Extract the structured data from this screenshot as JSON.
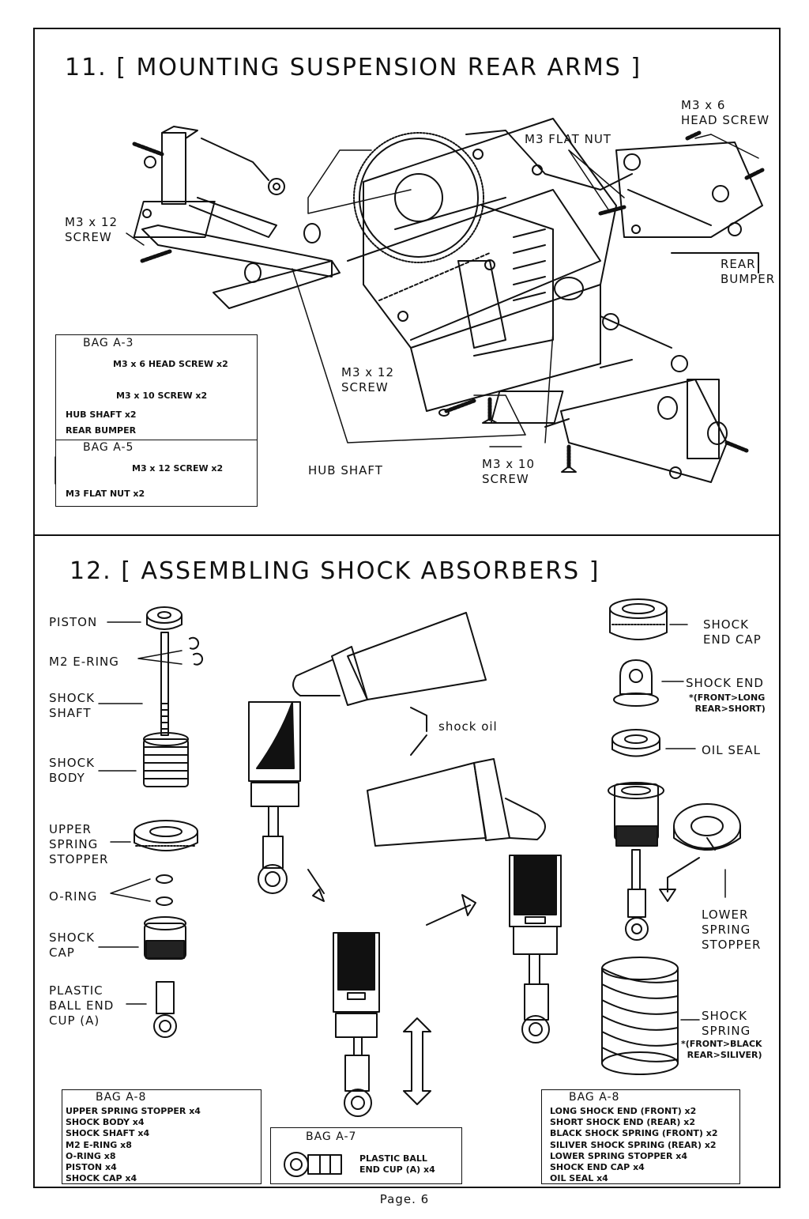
{
  "section11": {
    "title": "11. [ MOUNTING SUSPENSION REAR ARMS ]",
    "labels": {
      "m3x6_head_screw": "M3 x 6\nHEAD SCREW",
      "m3_flat_nut": "M3 FLAT NUT",
      "m3x12_screw_left": "M3 x 12\nSCREW",
      "rear_bumper": "REAR\nBUMPER",
      "m3x12_screw_center": "M3 x 12\nSCREW",
      "hub_shaft": "HUB SHAFT",
      "m3x10_screw": "M3 x 10\nSCREW"
    },
    "bag_a3": {
      "title": "BAG A-3",
      "items": [
        "M3 x 6 HEAD SCREW x2",
        "M3 x 10 SCREW x2",
        "HUB SHAFT x2",
        "REAR BUMPER"
      ]
    },
    "bag_a5": {
      "title": "BAG A-5",
      "items": [
        "M3 x 12 SCREW x2",
        "M3 FLAT NUT x2"
      ]
    }
  },
  "section12": {
    "title": "12. [ ASSEMBLING SHOCK ABSORBERS ]",
    "left_labels": {
      "piston": "PISTON",
      "m2_e_ring": "M2 E-RING",
      "shock_shaft": "SHOCK\nSHAFT",
      "shock_body": "SHOCK\nBODY",
      "upper_spring_stopper": "UPPER\nSPRING\nSTOPPER",
      "o_ring": "O-RING",
      "shock_cap": "SHOCK\nCAP",
      "plastic_ball_end_cup": "PLASTIC\nBALL END\nCUP (A)"
    },
    "shock_oil": "shock oil",
    "right_labels": {
      "shock_end_cap": "SHOCK\nEND CAP",
      "shock_end": "SHOCK END",
      "shock_end_note": "*(FRONT>LONG\n  REAR>SHORT)",
      "oil_seal": "OIL SEAL",
      "lower_spring_stopper": "LOWER\nSPRING\nSTOPPER",
      "shock_spring": "SHOCK\nSPRING",
      "shock_spring_note": "*(FRONT>BLACK\n  REAR>SILIVER)"
    },
    "bag_a8_left": {
      "title": "BAG A-8",
      "items": [
        "UPPER SPRING STOPPER x4",
        "SHOCK BODY x4",
        "SHOCK SHAFT x4",
        "M2 E-RING x8",
        "O-RING x8",
        "PISTON x4",
        "SHOCK CAP x4"
      ]
    },
    "bag_a7": {
      "title": "BAG A-7",
      "item": "PLASTIC BALL\nEND CUP (A) x4"
    },
    "bag_a8_right": {
      "title": "BAG A-8",
      "items": [
        "LONG SHOCK END (FRONT) x2",
        "SHORT SHOCK END (REAR) x2",
        "BLACK SHOCK SPRING (FRONT) x2",
        "SILIVER SHOCK SPRING (REAR) x2",
        "LOWER SPRING STOPPER x4",
        "SHOCK END CAP x4",
        "OIL SEAL x4"
      ]
    }
  },
  "footer": {
    "page": "Page. 6"
  }
}
